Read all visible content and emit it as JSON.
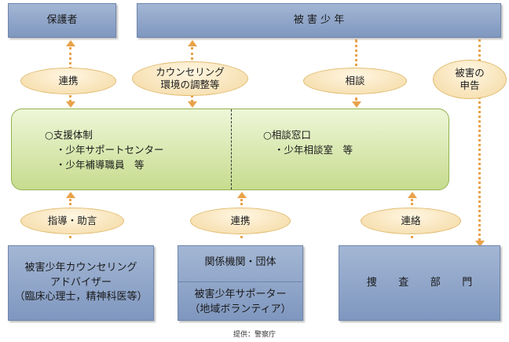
{
  "nodes": {
    "guardian": "保護者",
    "victim": "被 害 少 年",
    "support_title": "○支援体制",
    "support_item1": "・少年サポートセンター",
    "support_item2": "・少年補導職員　等",
    "consult_title": "○相談窓口",
    "consult_item1": "・少年相談室　等",
    "adviser_line1": "被害少年カウンセリング",
    "adviser_line2": "アドバイザー",
    "adviser_line3": "（臨床心理士，精神科医等）",
    "org_title": "関係機関・団体",
    "supporter_line1": "被害少年サポーター",
    "supporter_line2": "（地域ボランティア）",
    "investigation": "捜 査 部 門"
  },
  "edges": {
    "cooperation_top": "連携",
    "counseling_line1": "カウンセリング",
    "counseling_line2": "環境の調整等",
    "consultation": "相談",
    "report_line1": "被害の",
    "report_line2": "申告",
    "guidance": "指導・助言",
    "cooperation_bottom": "連携",
    "contact": "連絡"
  },
  "credit": "提供：警察庁",
  "colors": {
    "blue_box": "#8fa6cb",
    "green_panel": "#d3e4a6",
    "ellipse": "#f8e3b6",
    "arrow": "#e8a24a"
  }
}
